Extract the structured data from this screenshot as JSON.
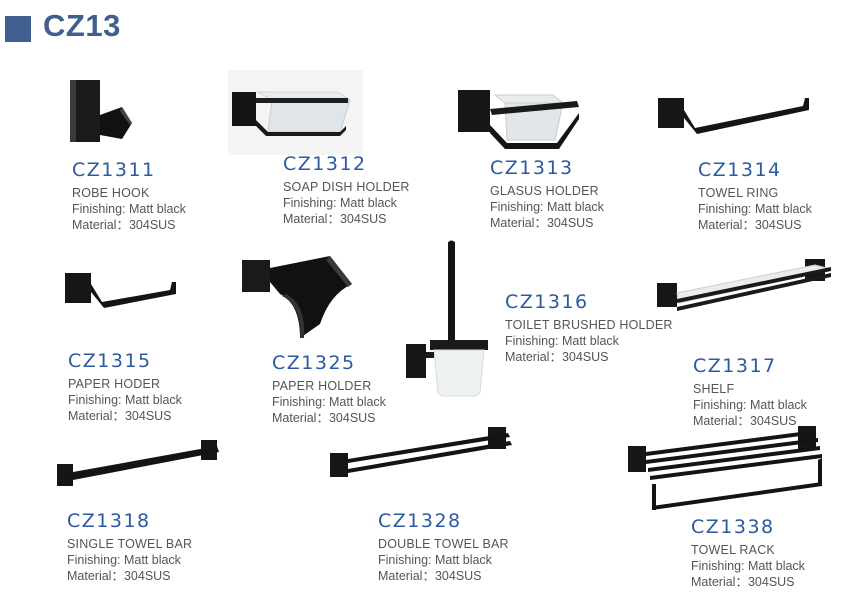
{
  "page": {
    "title": "CZ13"
  },
  "products": [
    {
      "code": "CZ1311",
      "name": "ROBE HOOK",
      "finishing": "Finishing: Matt black",
      "material": "Material：304SUS"
    },
    {
      "code": "CZ1312",
      "name": "SOAP DISH HOLDER",
      "finishing": "Finishing: Matt black",
      "material": "Material：304SUS"
    },
    {
      "code": "CZ1313",
      "name": "GLASUS HOLDER",
      "finishing": "Finishing: Matt black",
      "material": "Material：304SUS"
    },
    {
      "code": "CZ1314",
      "name": "TOWEL RING",
      "finishing": "Finishing: Matt black",
      "material": "Material：304SUS"
    },
    {
      "code": "CZ1315",
      "name": "PAPER HODER",
      "finishing": "Finishing: Matt black",
      "material": "Material：304SUS"
    },
    {
      "code": "CZ1325",
      "name": "PAPER HOLDER",
      "finishing": "Finishing: Matt black",
      "material": "Material：304SUS"
    },
    {
      "code": "CZ1316",
      "name": "TOILET BRUSHED HOLDER",
      "finishing": "Finishing: Matt black",
      "material": "Material：304SUS"
    },
    {
      "code": "CZ1317",
      "name": "SHELF",
      "finishing": "Finishing: Matt black",
      "material": "Material：304SUS"
    },
    {
      "code": "CZ1318",
      "name": "SINGLE TOWEL BAR",
      "finishing": "Finishing: Matt black",
      "material": "Material：304SUS"
    },
    {
      "code": "CZ1328",
      "name": "DOUBLE TOWEL BAR",
      "finishing": "Finishing: Matt black",
      "material": "Material：304SUS"
    },
    {
      "code": "CZ1338",
      "name": "TOWEL RACK",
      "finishing": "Finishing: Matt black",
      "material": "Material：304SUS"
    }
  ]
}
